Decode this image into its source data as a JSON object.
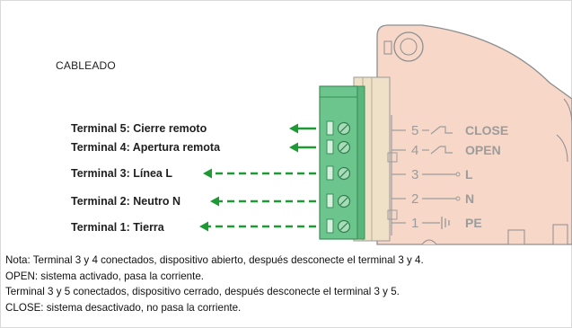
{
  "heading": "CABLEADO",
  "terminals": [
    {
      "label": "Terminal 5: Cierre remoto",
      "arrow": "solid"
    },
    {
      "label": "Terminal 4: Apertura remota",
      "arrow": "solid"
    },
    {
      "label": "Terminal 3: Línea L",
      "arrow": "dashed"
    },
    {
      "label": "Terminal 2: Neutro N",
      "arrow": "dashed"
    },
    {
      "label": "Terminal 1: Tierra",
      "arrow": "dashed"
    }
  ],
  "device_labels": [
    {
      "num": "5",
      "label": "CLOSE"
    },
    {
      "num": "4",
      "label": "OPEN"
    },
    {
      "num": "3",
      "label": "L"
    },
    {
      "num": "2",
      "label": "N"
    },
    {
      "num": "1",
      "label": "PE"
    }
  ],
  "notes": [
    "Nota: Terminal 3 y 4 conectados, dispositivo abierto, después desconecte el terminal 3 y 4.",
    "OPEN: sistema activado, pasa la corriente.",
    "Terminal 3 y 5 conectados, dispositivo cerrado, después desconecte el  terminal 3 y 5.",
    "CLOSE: sistema desactivado, no pasa la corriente."
  ],
  "colors": {
    "arrow": "#1e9a35",
    "terminal_block": "#6cc58c",
    "device_body": "#f6d7c8",
    "device_outline": "#8e8e8e"
  }
}
